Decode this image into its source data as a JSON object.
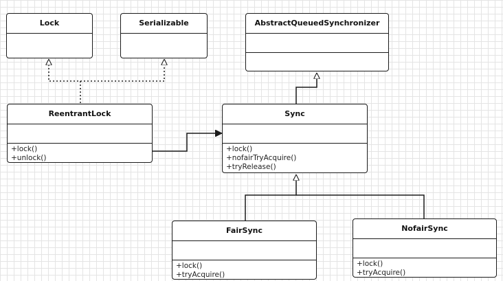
{
  "classes": {
    "lock": {
      "name": "Lock",
      "operations": []
    },
    "serializable": {
      "name": "Serializable",
      "operations": []
    },
    "aqs": {
      "name": "AbstractQueuedSynchronizer",
      "operations": []
    },
    "reentrant": {
      "name": "ReentrantLock",
      "operations": [
        "+lock()",
        "+unlock()"
      ]
    },
    "sync": {
      "name": "Sync",
      "operations": [
        "+lock()",
        "+nofairTryAcquire()",
        "+tryRelease()"
      ]
    },
    "fair": {
      "name": "FairSync",
      "operations": [
        "+lock()",
        "+tryAcquire()"
      ]
    },
    "nofair": {
      "name": "NofairSync",
      "operations": [
        "+lock()",
        "+tryAcquire()"
      ]
    }
  },
  "relations": [
    {
      "from": "ReentrantLock",
      "to": "Lock",
      "kind": "realization"
    },
    {
      "from": "ReentrantLock",
      "to": "Serializable",
      "kind": "realization"
    },
    {
      "from": "ReentrantLock",
      "to": "Sync",
      "kind": "association"
    },
    {
      "from": "Sync",
      "to": "AbstractQueuedSynchronizer",
      "kind": "generalization"
    },
    {
      "from": "FairSync",
      "to": "Sync",
      "kind": "generalization"
    },
    {
      "from": "NofairSync",
      "to": "Sync",
      "kind": "generalization"
    }
  ],
  "colors": {
    "line": "#1a1a1a",
    "grid": "#e4e4e4",
    "box_fill": "#ffffff"
  }
}
